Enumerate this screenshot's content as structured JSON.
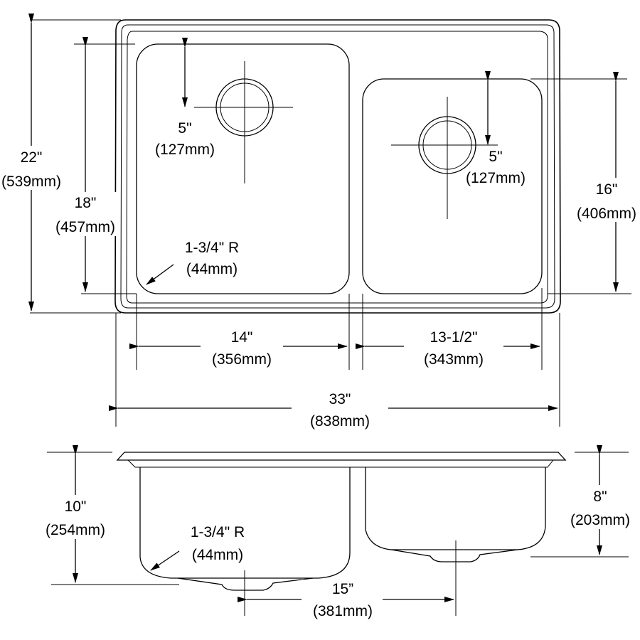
{
  "plan_view": {
    "overall_width": "33\"",
    "overall_width_mm": "(838mm)",
    "overall_depth": "22\"",
    "overall_depth_mm": "(539mm)",
    "left_bowl_depth": "18\"",
    "left_bowl_depth_mm": "(457mm)",
    "right_bowl_depth": "16\"",
    "right_bowl_depth_mm": "(406mm)",
    "left_bowl_width": "14\"",
    "left_bowl_width_mm": "(356mm)",
    "right_bowl_width": "13-1/2\"",
    "right_bowl_width_mm": "(343mm)",
    "left_drain_offset": "5\"",
    "left_drain_offset_mm": "(127mm)",
    "right_drain_offset": "5\"",
    "right_drain_offset_mm": "(127mm)",
    "corner_radius": "1-3/4\" R",
    "corner_radius_mm": "(44mm)"
  },
  "section_view": {
    "left_bowl_height": "10\"",
    "left_bowl_height_mm": "(254mm)",
    "right_bowl_height": "8\"",
    "right_bowl_height_mm": "(203mm)",
    "corner_radius": "1-3/4\" R",
    "corner_radius_mm": "(44mm)",
    "drain_spacing": "15”",
    "drain_spacing_mm": "(381mm)"
  }
}
